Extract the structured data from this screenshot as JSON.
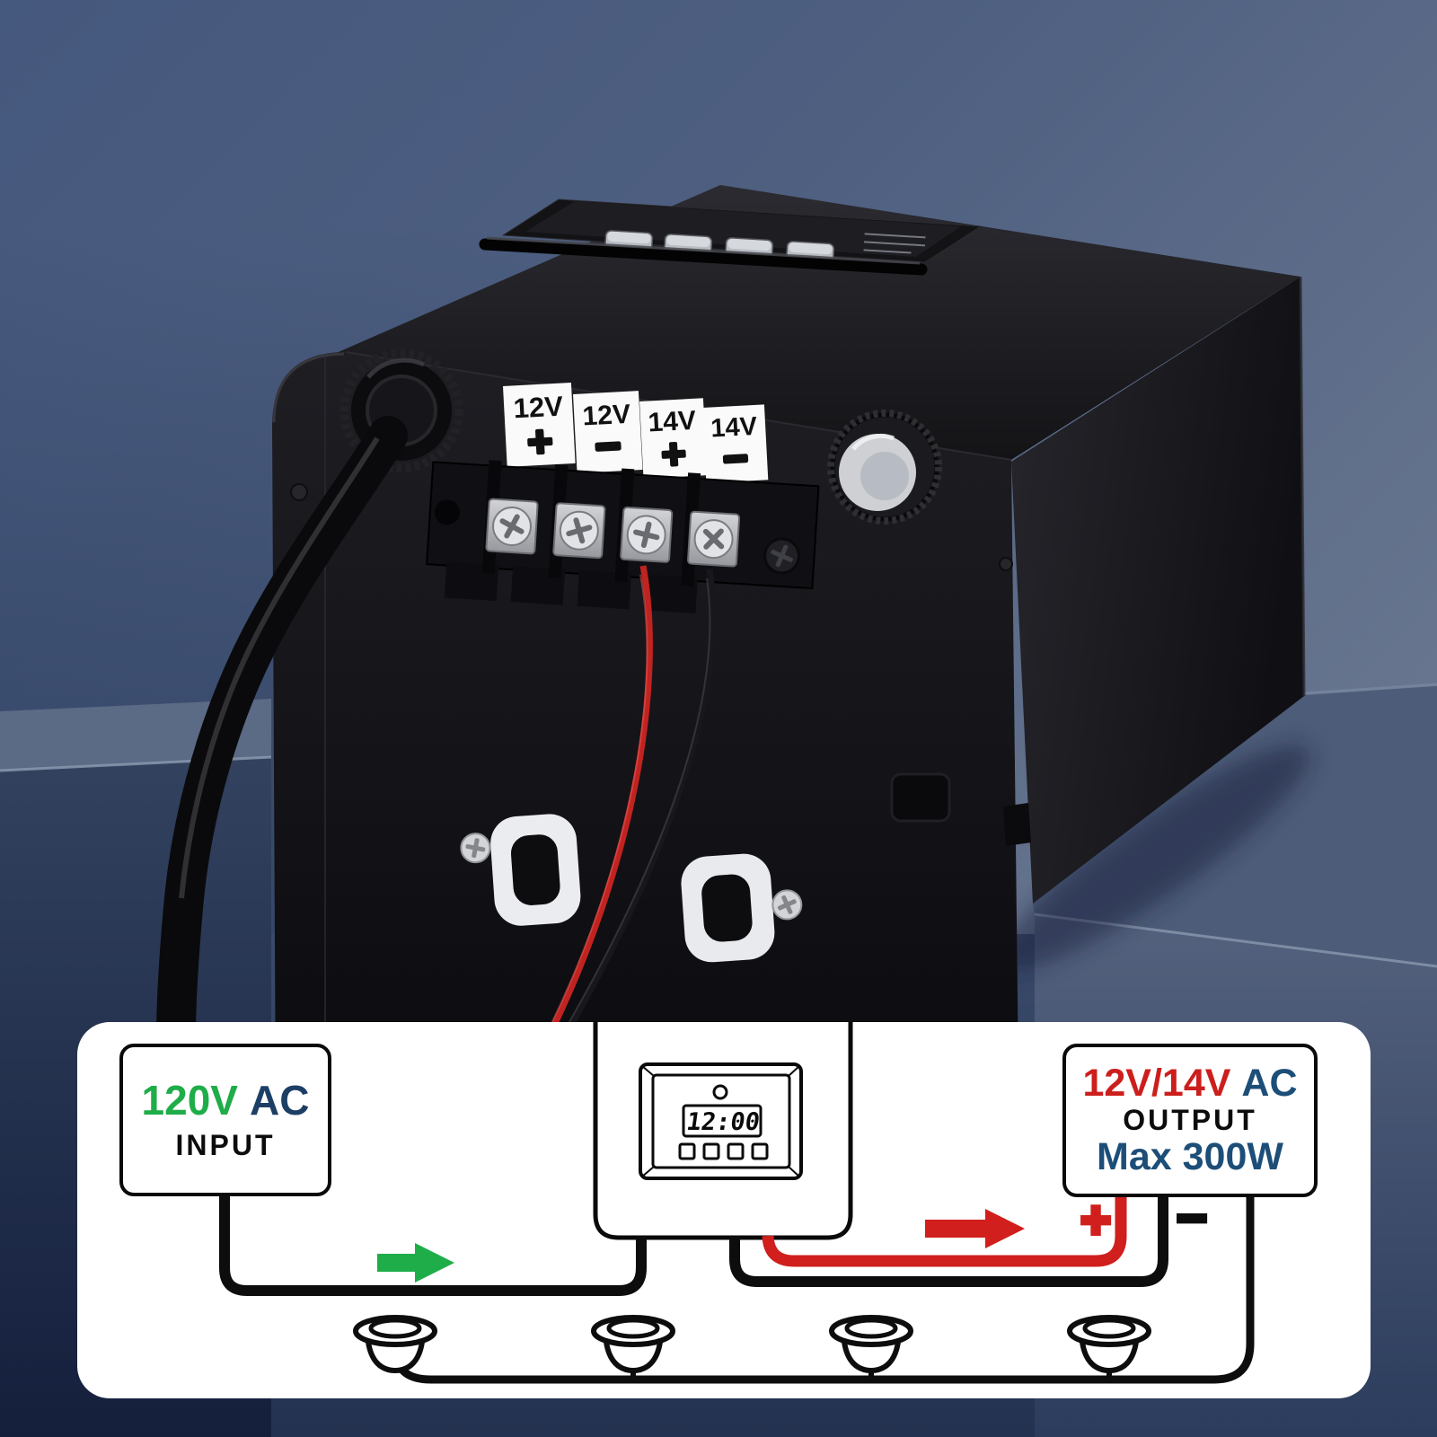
{
  "photo": {
    "terminals": [
      {
        "volt": "12V",
        "sign": "+"
      },
      {
        "volt": "12V",
        "sign": "−"
      },
      {
        "volt": "14V",
        "sign": "+"
      },
      {
        "volt": "14V",
        "sign": "−"
      }
    ]
  },
  "diagram": {
    "input_box": {
      "voltage": "120V",
      "current": "AC",
      "label": "INPUT"
    },
    "timer": {
      "display": "12:00"
    },
    "output_box": {
      "voltage": "12V/14V",
      "current": "AC",
      "label": "OUTPUT",
      "max_power": "Max 300W"
    },
    "polarity": {
      "plus": "+",
      "minus": "−"
    }
  },
  "colors": {
    "green": "#1fad49",
    "navy_input": "#1d3f66",
    "navy_output": "#1d4e78",
    "red_text": "#cc1f1d",
    "wire_red": "#d01f1c",
    "wire_black": "#0d0d0d"
  }
}
